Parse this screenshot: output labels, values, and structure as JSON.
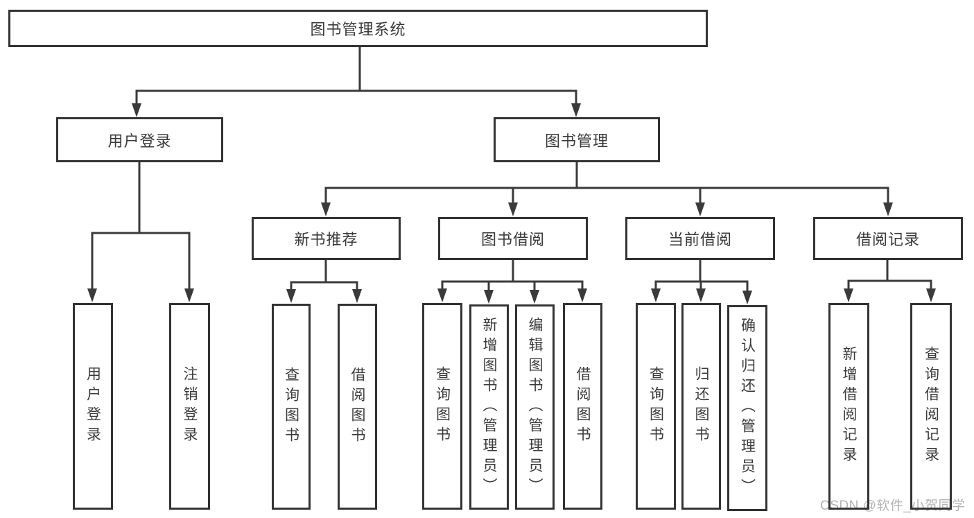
{
  "tree": {
    "root": {
      "label": "图书管理系统"
    },
    "branches": [
      {
        "label": "用户登录",
        "children": [
          {
            "label": "用户登录"
          },
          {
            "label": "注销登录"
          }
        ]
      },
      {
        "label": "图书管理",
        "groups": [
          {
            "label": "新书推荐",
            "children": [
              {
                "label": "查询图书"
              },
              {
                "label": "借阅图书"
              }
            ]
          },
          {
            "label": "图书借阅",
            "children": [
              {
                "label": "查询图书"
              },
              {
                "label": "新增图书（管理员）"
              },
              {
                "label": "编辑图书（管理员）"
              },
              {
                "label": "借阅图书"
              }
            ]
          },
          {
            "label": "当前借阅",
            "children": [
              {
                "label": "查询图书"
              },
              {
                "label": "归还图书"
              },
              {
                "label": "确认归还（管理员）"
              }
            ]
          },
          {
            "label": "借阅记录",
            "children": [
              {
                "label": "新增借阅记录"
              },
              {
                "label": "查询借阅记录"
              }
            ]
          }
        ]
      }
    ]
  },
  "watermark": {
    "text": "CSDN @软件_小贺同学"
  },
  "colors": {
    "line": "#3a3a3a",
    "border": "#333333",
    "text": "#3a3a3a",
    "background": "#ffffff",
    "watermark": "#b3b3b3"
  }
}
